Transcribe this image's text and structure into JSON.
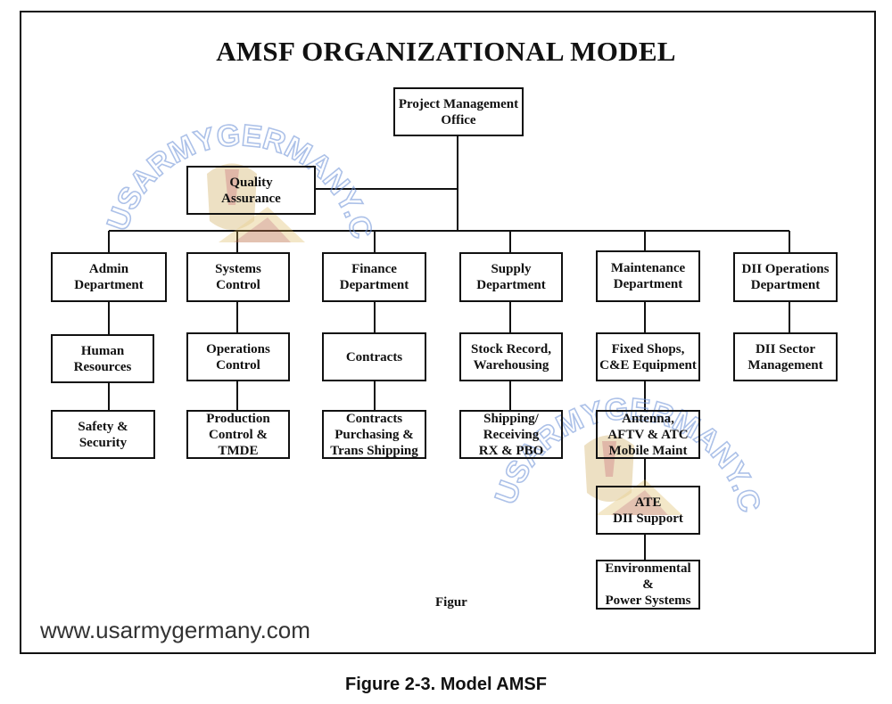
{
  "title": "AMSF ORGANIZATIONAL MODEL",
  "nodes": {
    "pmo": "Project Management\nOffice",
    "qa": "Quality\nAssurance",
    "admin": "Admin\nDepartment",
    "systems": "Systems\nControl",
    "finance": "Finance\nDepartment",
    "supply": "Supply\nDepartment",
    "maintenance": "Maintenance\nDepartment",
    "dii_ops": "DII Operations\nDepartment",
    "human_resources": "Human\nResources",
    "operations_control": "Operations\nControl",
    "contracts": "Contracts",
    "stock_record": "Stock Record,\nWarehousing",
    "fixed_shops": "Fixed Shops,\nC&E Equipment",
    "dii_sector": "DII Sector\nManagement",
    "safety": "Safety &\nSecurity",
    "production_control": "Production\nControl &\nTMDE",
    "contracts_purchasing": "Contracts\nPurchasing &\nTrans Shipping",
    "shipping": "Shipping/\nReceiving\nRX & PBO",
    "antenna": "Antenna,\nAFTV & ATC\nMobile Maint",
    "ate": "ATE\nDII Support",
    "environmental": "Environmental\n&\nPower Systems"
  },
  "figure_label": "Figur",
  "watermark_text": "USARMYGERMANY.COM",
  "website": "www.usarmygermany.com",
  "caption": "Figure 2-3.  Model AMSF"
}
